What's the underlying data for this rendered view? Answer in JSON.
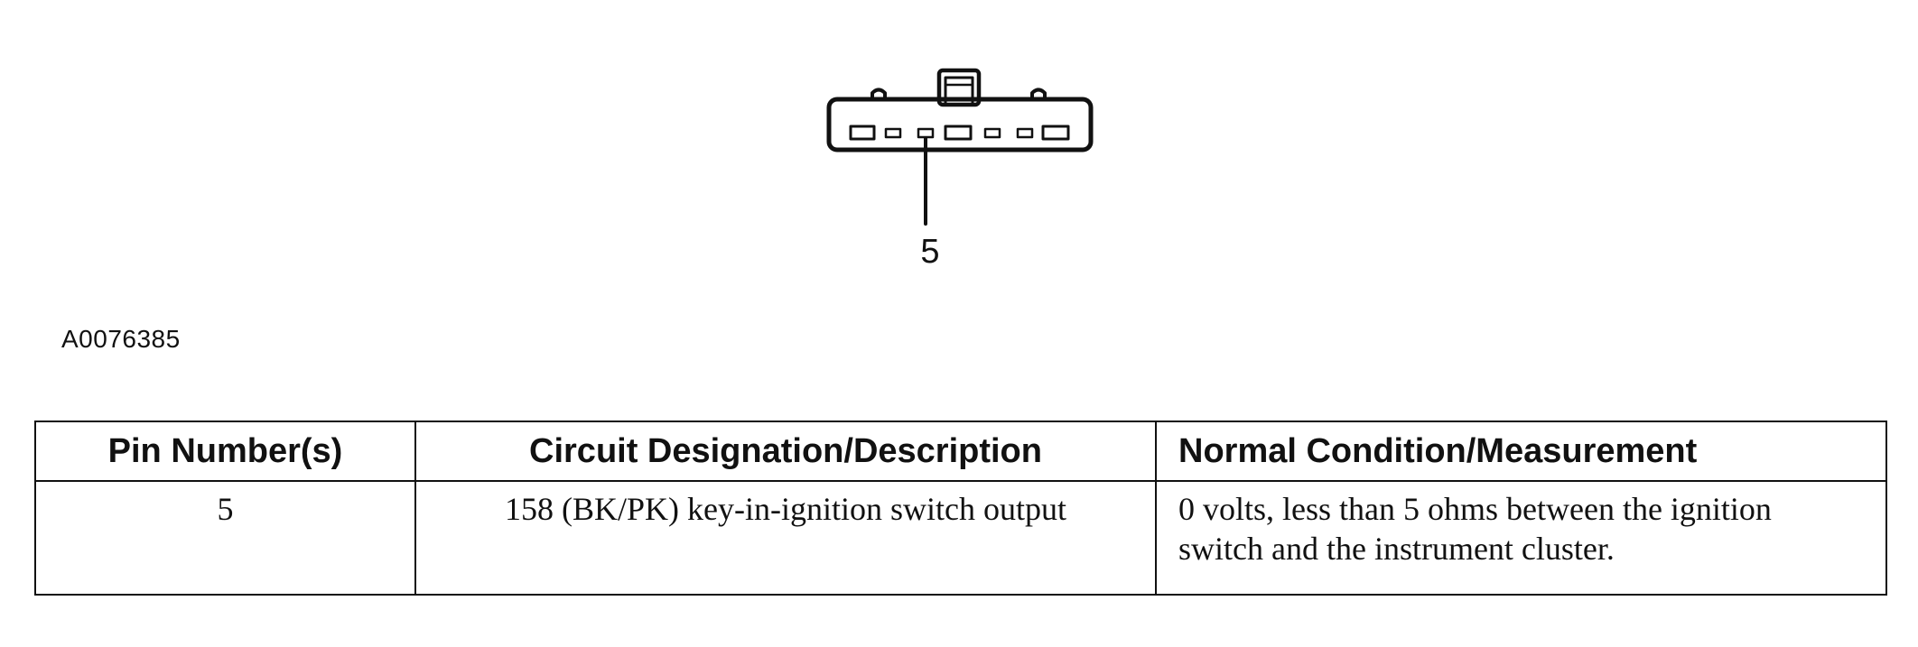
{
  "figure": {
    "callout_pin": "5",
    "figure_id": "A0076385"
  },
  "table": {
    "headers": [
      "Pin Number(s)",
      "Circuit Designation/Description",
      "Normal Condition/Measurement"
    ],
    "rows": [
      [
        "5",
        "158 (BK/PK) key-in-ignition switch output",
        "0 volts, less than 5 ohms between the ignition switch and the instrument cluster."
      ]
    ]
  }
}
